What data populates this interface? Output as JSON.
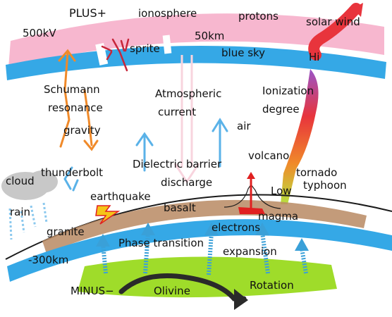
{
  "labels": {
    "plus": "PLUS+",
    "ionosphere": "ionosphere",
    "protons": "protons",
    "solar_wind": "solar wind",
    "kv500": "500kV",
    "km50": "50km",
    "sprite": "sprite",
    "blue_sky": "blue sky",
    "hi": "Hi",
    "schumann1": "Schumann",
    "schumann2": "resonance",
    "gravity": "gravity",
    "atmospheric1": "Atmospheric",
    "atmospheric2": "current",
    "ionization1": "Ionization",
    "ionization2": "degree",
    "air": "air",
    "volcano": "volcano",
    "dielectric1": "Dielectric barrier",
    "dielectric2": "discharge",
    "tornado": "tornado",
    "typhoon": "typhoon",
    "low": "Low",
    "cloud": "cloud",
    "thunderbolt": "thunderbolt",
    "earthquake": "earthquake",
    "basalt": "basalt",
    "magma": "magma",
    "rain": "rain",
    "granite": "granite",
    "electrons": "electrons",
    "phase_transition": "Phase transition",
    "expansion": "expansion",
    "km300": "-300km",
    "minus": "MINUS−",
    "olivine": "Olivine",
    "rotation": "Rotation"
  },
  "colors": {
    "ionosphere_band": "#f7b3cc",
    "sky_band": "#35a8e6",
    "olivine": "#9fdc2a",
    "basalt_crust": "#b98a63",
    "earth_outline": "#1a1a1a",
    "solar_wind": "#e8343c",
    "cloud": "#c8c8c8",
    "atmospheric_current": "#f8d4de",
    "schumann_arrows": "#f08a2a",
    "sprite": "#c7263a",
    "rotation_arrow": "#2a2a2a",
    "magma": "#e02020",
    "ionization_gradient": [
      "#9a55c8",
      "#e8343c",
      "#f08a2a",
      "#b8e040"
    ]
  }
}
